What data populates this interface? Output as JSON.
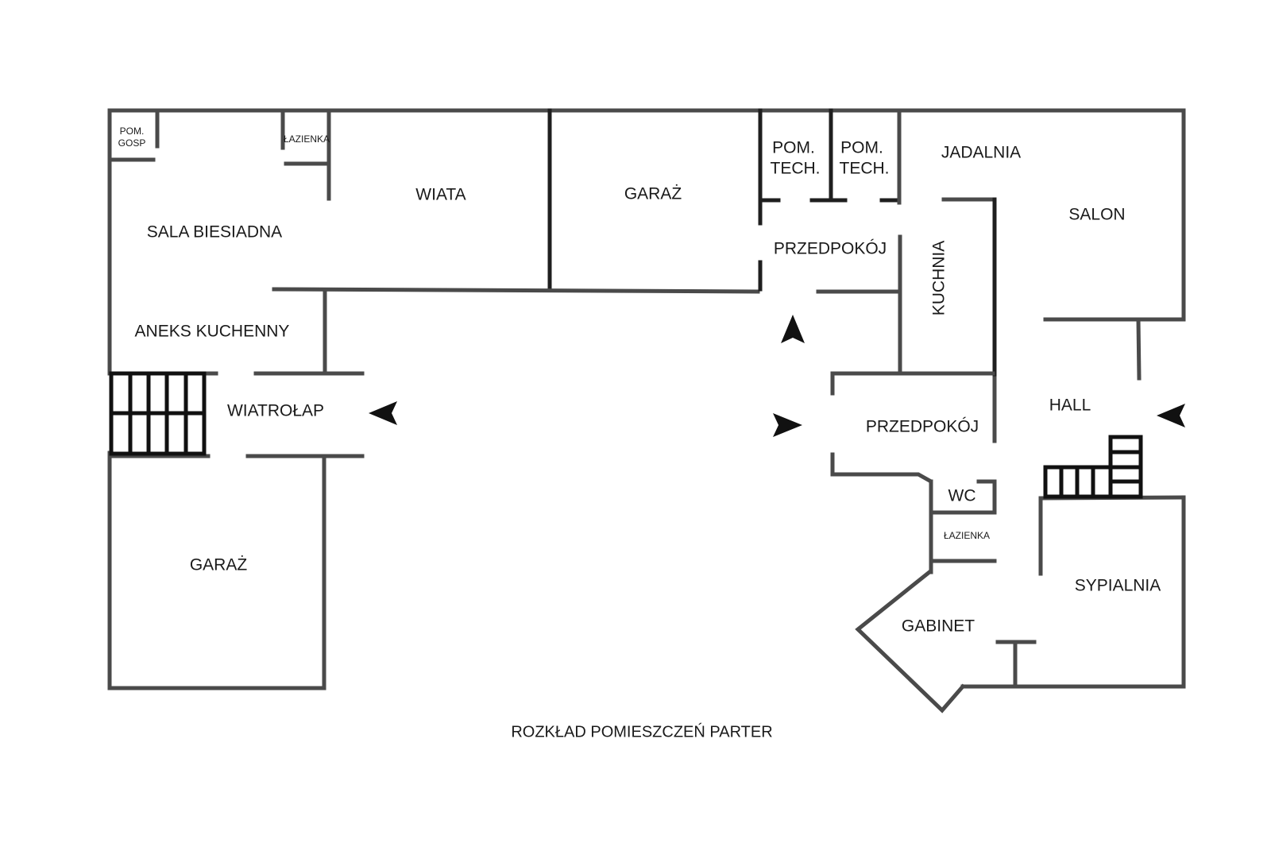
{
  "plan": {
    "caption": "ROZKŁAD POMIESZCZEŃ PARTER",
    "rooms": {
      "pom_gosp_1": "POM.",
      "pom_gosp_2": "GOSP",
      "lazienka_top": "ŁAZIENKA",
      "wiata": "WIATA",
      "garaz_top": "GARAŻ",
      "pom_tech_a_1": "POM.",
      "pom_tech_a_2": "TECH.",
      "pom_tech_b_1": "POM.",
      "pom_tech_b_2": "TECH.",
      "jadalnia": "JADALNIA",
      "salon": "SALON",
      "sala_biesiadna": "SALA BIESIADNA",
      "przedpokoj_top": "PRZEDPOKÓJ",
      "kuchnia": "KUCHNIA",
      "aneks_kuchenny": "ANEKS KUCHENNY",
      "wiatrolap": "WIATROŁAP",
      "hall": "HALL",
      "przedpokoj_mid": "PRZEDPOKÓJ",
      "wc": "WC",
      "lazienka_mid": "ŁAZIENKA",
      "garaz_left": "GARAŻ",
      "sypialnia": "SYPIALNIA",
      "gabinet": "GABINET"
    },
    "colors": {
      "wall": "#4a4a4a",
      "wall_dark": "#1f1f1f",
      "text": "#1a1a1a",
      "background": "#ffffff"
    },
    "icons": [
      "entrance-arrow-icon",
      "stairs-icon"
    ]
  }
}
